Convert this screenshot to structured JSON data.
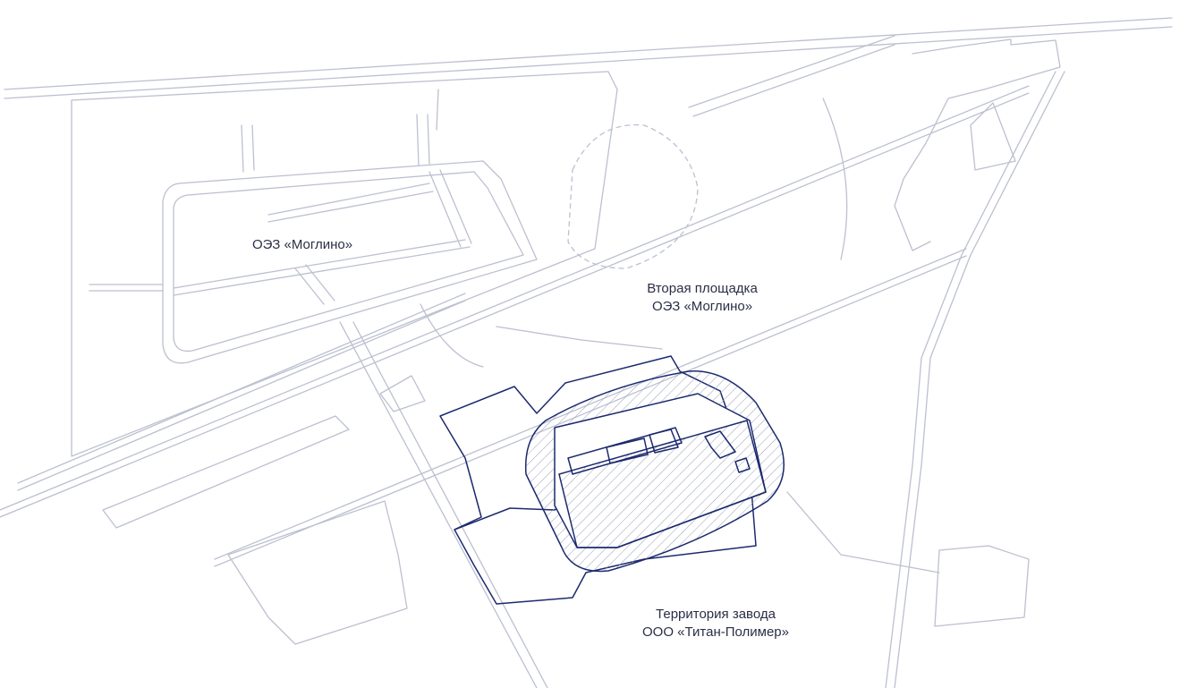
{
  "map": {
    "labels": {
      "sez_moglino": "ОЭЗ «Моглино»",
      "second_site_line1": "Вторая площадка",
      "second_site_line2": "ОЭЗ «Моглино»",
      "plant_line1": "Территория завода",
      "plant_line2": "ООО «Титан-Полимер»"
    },
    "colors": {
      "background": "#ffffff",
      "context_lines": "#bcc0d0",
      "plant_boundary": "#1c2a6e",
      "hatch": "#9aa0b8",
      "label_text": "#2a2e45"
    },
    "legend_styles": {
      "second_site_boundary": "dashed",
      "plant_zone": "hatched"
    }
  }
}
